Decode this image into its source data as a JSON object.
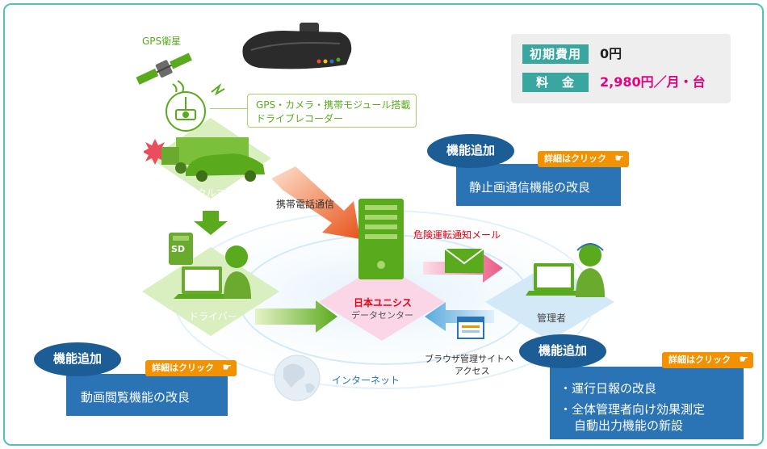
{
  "labels": {
    "gps_satellite": "GPS衛星",
    "device_desc_line1": "GPS・カメラ・携帯モジュール搭載",
    "device_desc_line2": "ドライブレコーダー",
    "car": "クルマ",
    "mobile_comm": "携帯電話通信",
    "driver": "ドライバー",
    "datacenter_line1": "日本ユニシス",
    "datacenter_line2": "データセンター",
    "danger_mail": "危険運転通知メール",
    "manager": "管理者",
    "browser_line1": "ブラウザ管理サイトへ",
    "browser_line2": "アクセス",
    "internet": "インターネット",
    "sd": "SD"
  },
  "price": {
    "initial_label": "初期費用",
    "initial_value": "0円",
    "fee_label": "料　金",
    "fee_value": "2,980円／月・台"
  },
  "features": {
    "badge": "機能追加",
    "detail": "詳細はクリック",
    "still_image": "静止画通信機能の改良",
    "video": "動画閲覧機能の改良",
    "report_item1": "運行日報の改良",
    "report_item2_line1": "全体管理者向け効果測定",
    "report_item2_line2": "自動出力機能の新設"
  },
  "colors": {
    "accent_teal": "#3aa6a0",
    "feature_blue": "#2a73b5",
    "badge_navy": "#1c5d95",
    "detail_orange": "#f39200",
    "price_pink": "#e4007f",
    "green": "#5aaa1e",
    "danger_red": "#e60012"
  }
}
